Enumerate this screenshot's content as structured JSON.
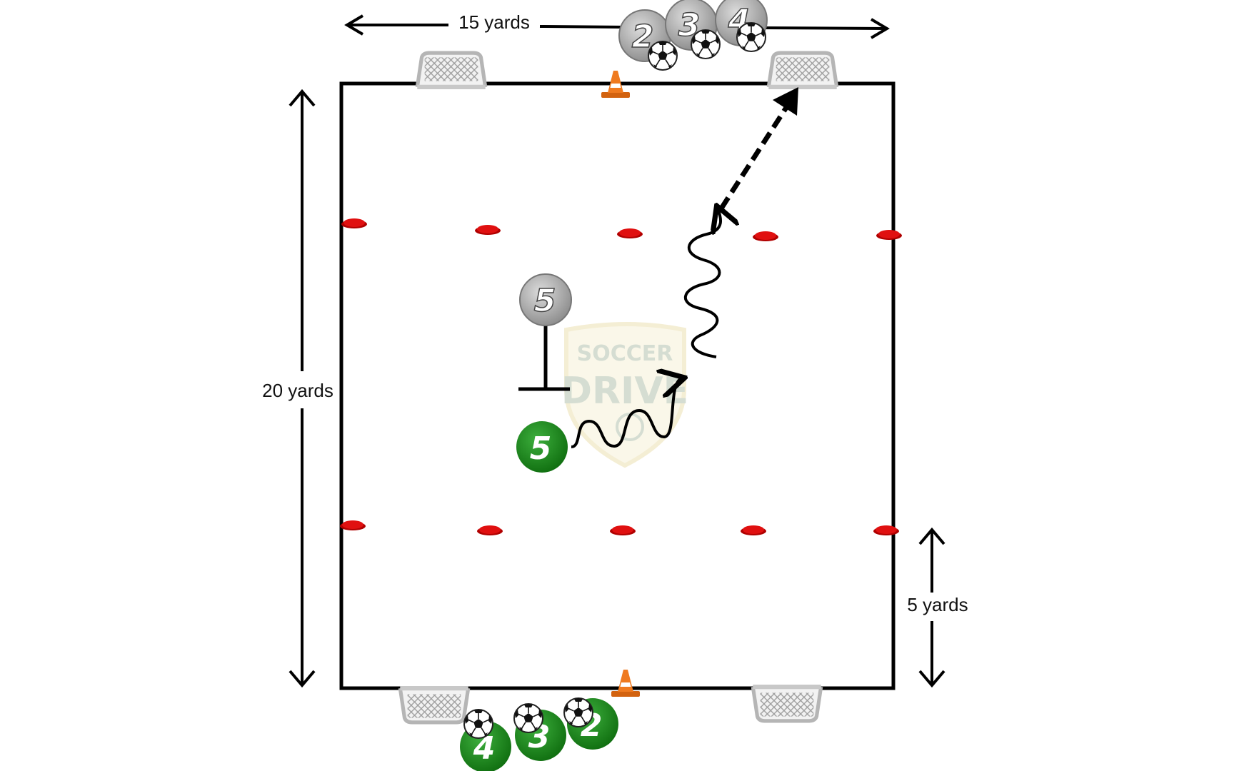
{
  "dimensions": {
    "width_label": "15 yards",
    "length_label": "20 yards",
    "zone_label": "5 yards"
  },
  "watermark": {
    "line1": "SOCCER",
    "line2": "DRIVE"
  },
  "defender_queue": [
    "2",
    "3",
    "4"
  ],
  "attacker_queue": [
    "4",
    "3",
    "2"
  ],
  "active_defender": "5",
  "active_attacker": "5",
  "colors": {
    "attacker": "#1e8a1e",
    "defender": "#9a9a9a",
    "cone_marker": "#e01010",
    "tall_cone": "#ef7a1f",
    "field_line": "#000000"
  },
  "icons": [
    "soccer-ball-icon",
    "goal-icon",
    "disc-cone-icon",
    "tall-cone-icon"
  ]
}
